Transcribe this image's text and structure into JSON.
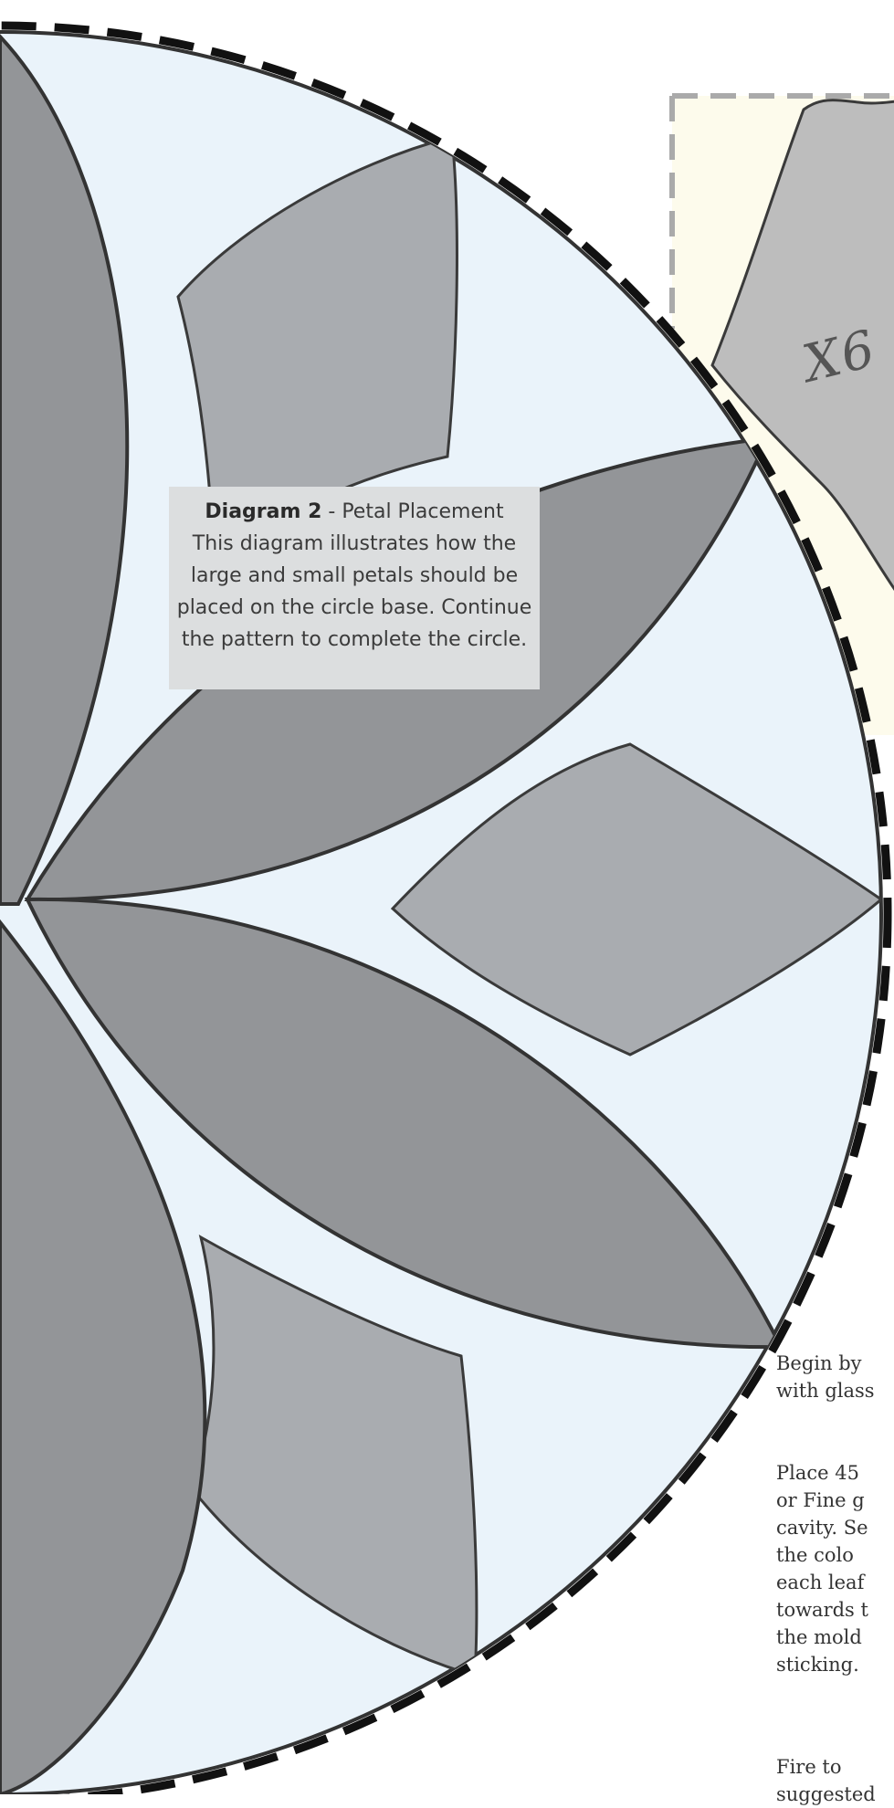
{
  "diagram": {
    "caption_title": "Diagram 2",
    "caption_subtitle": "- Petal Placement",
    "caption_body": "This diagram illustrates how the large and small petals should be placed on the circle base. Continue the pattern to complete the circle.",
    "template_count": "X6",
    "colors": {
      "background_light": "#eaf3fa",
      "large_petal": "#939598",
      "small_petal": "#a9acb0",
      "template_fill": "#bdbdbd",
      "template_panel": "#fdfbec",
      "outline": "#333333",
      "dashed_border": "#111111"
    }
  },
  "instructions": {
    "line1": "Begin by",
    "line2": "with glass",
    "line3": "Place 45",
    "line4": "or Fine g",
    "line5": "cavity. Se",
    "line6": "the colo",
    "line7": "each leaf",
    "line8": "towards t",
    "line9": "the mold",
    "line10": "sticking.",
    "line11": "Fire to",
    "line12": "suggested"
  }
}
